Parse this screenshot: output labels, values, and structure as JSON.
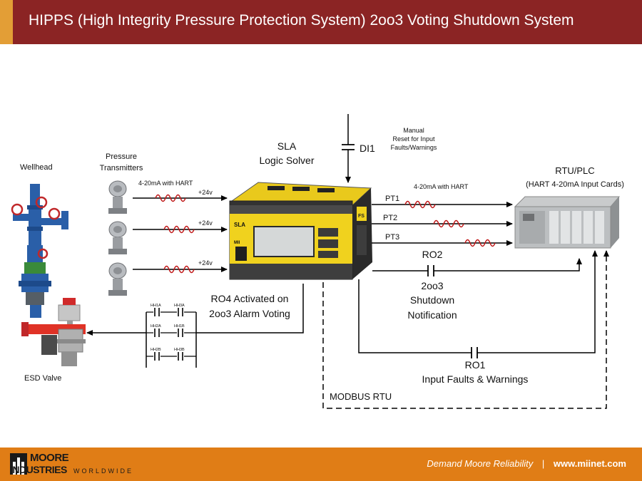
{
  "header": {
    "title": "HIPPS (High Integrity Pressure Protection System) 2oo3 Voting Shutdown System"
  },
  "diagram": {
    "wellhead_label": "Wellhead",
    "esd_valve_label": "ESD Valve",
    "transmitters_label_1": "Pressure",
    "transmitters_label_2": "Transmitters",
    "input_signal_label": "4-20mA with HART",
    "supply_label": "+24v",
    "sla_label_1": "SLA",
    "sla_label_2": "Logic Solver",
    "di1_label": "DI1",
    "manual_reset_1": "Manual",
    "manual_reset_2": "Reset for Input",
    "manual_reset_3": "Faults/Warnings",
    "output_signal_label": "4-20mA with HART",
    "rtu_label_1": "RTU/PLC",
    "rtu_label_2": "(HART 4-20mA Input Cards)",
    "pt1": "PT1",
    "pt2": "PT2",
    "pt3": "PT3",
    "ro2": "RO2",
    "ro2_desc_1": "2oo3",
    "ro2_desc_2": "Shutdown",
    "ro2_desc_3": "Notification",
    "ro4_1": "RO4 Activated on",
    "ro4_2": "2oo3 Alarm Voting",
    "ro1": "RO1",
    "ro1_desc": "Input Faults & Warnings",
    "modbus": "MODBUS RTU",
    "contacts": [
      "HH1A",
      "HH3A",
      "HH2A",
      "HH1B",
      "HH2B",
      "HH3B"
    ],
    "device_brand": "MII",
    "device_name": "SLA",
    "device_maker": "FS"
  },
  "footer": {
    "logo_top": "MOORE",
    "logo_bottom": "INDUSTRIES",
    "logo_worldwide": "WORLDWIDE",
    "tagline": "Demand Moore Reliability",
    "separator": "|",
    "url": "www.miinet.com"
  },
  "colors": {
    "title_bg": "#8b2424",
    "accent": "#e39e36",
    "footer_bg": "#e07d16",
    "wave_red": "#c01818",
    "wellhead_blue": "#2a5fa8",
    "device_yellow": "#f0d21e"
  }
}
